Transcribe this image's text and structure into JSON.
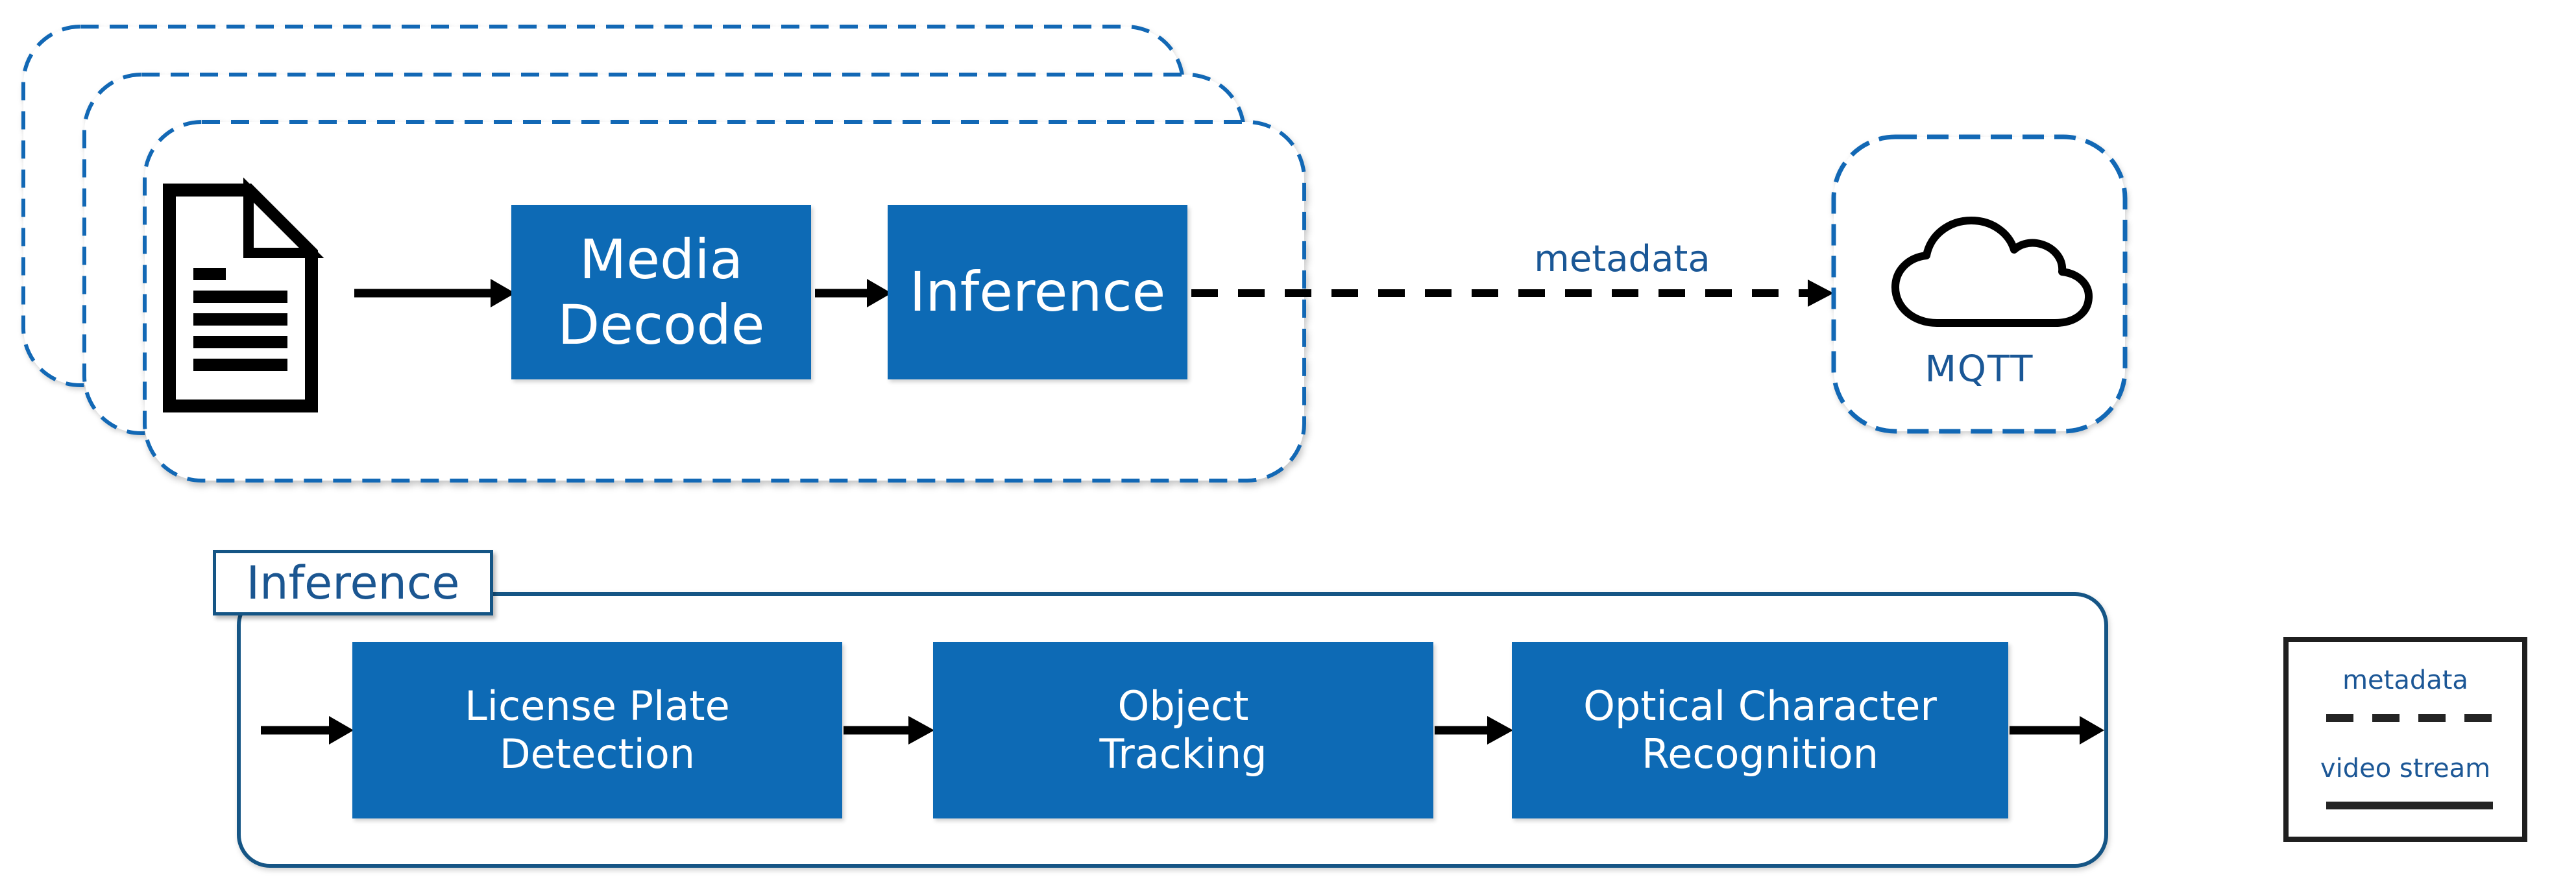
{
  "colors": {
    "box_fill_blue": "#0d6ab5",
    "dashed_outline_blue": "#1268b5",
    "solid_outline_blue": "#155585",
    "dark_blue_text": "#1a5796",
    "legend_border_black": "#1f1f1f",
    "arrow_black": "#000000",
    "box_text_white": "#ffffff"
  },
  "icons": {
    "source": "document-icon",
    "broker": "cloud-icon"
  },
  "stream_stack": {
    "replica_count": 3
  },
  "top_pipeline": {
    "media_decode_label": "Media\nDecode",
    "inference_label": "Inference",
    "metadata_arrow_label": "metadata",
    "mqtt_label": "MQTT"
  },
  "inference_detail": {
    "title": "Inference",
    "stages": [
      "License Plate\nDetection",
      "Object\nTracking",
      "Optical Character\nRecognition"
    ]
  },
  "legend": {
    "items": [
      {
        "label": "metadata",
        "line_style": "dashed"
      },
      {
        "label": "video stream",
        "line_style": "solid"
      }
    ]
  }
}
